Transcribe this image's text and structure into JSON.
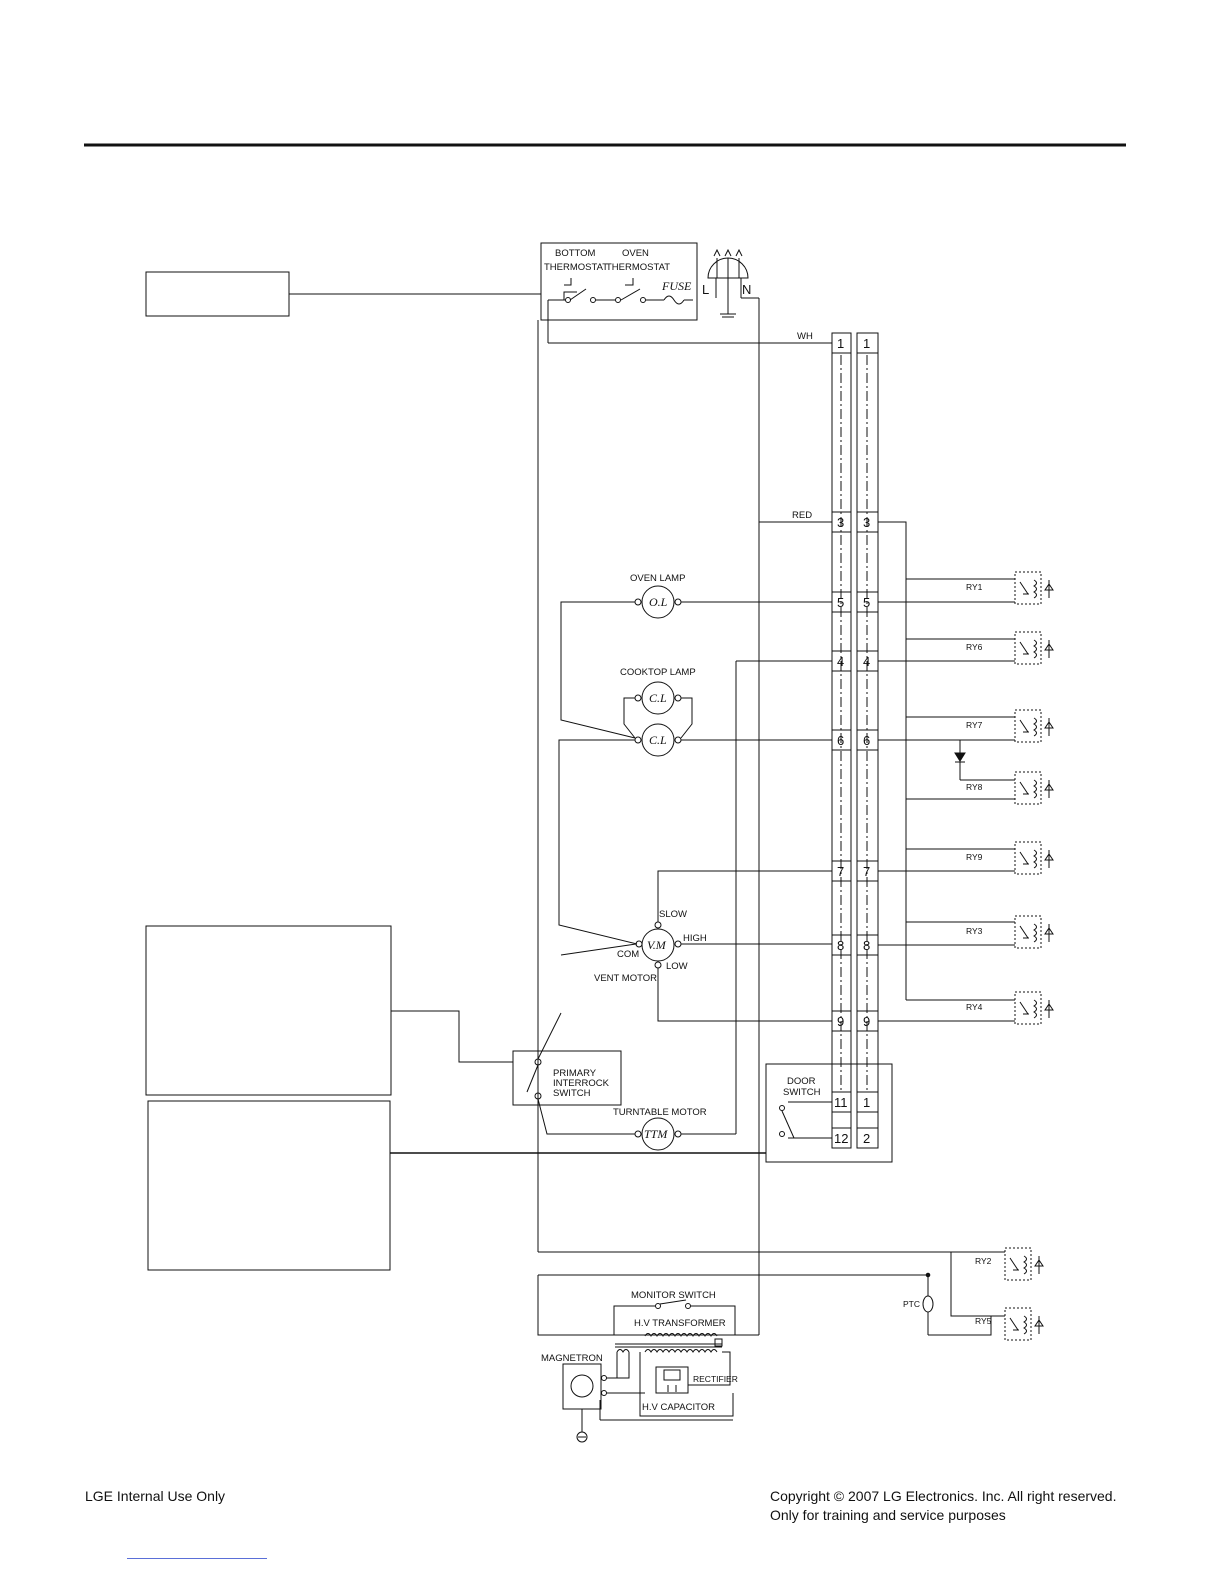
{
  "footer": {
    "left": "LGE Internal Use Only",
    "right_line1": "Copyright © 2007 LG Electronics. Inc. All right reserved.",
    "right_line2": "Only for training and service purposes"
  },
  "labels": {
    "bottom_thermostat_1": "BOTTOM",
    "bottom_thermostat_2": "THERMOSTAT",
    "oven_thermostat_1": "OVEN",
    "oven_thermostat_2": "THERMOSTAT",
    "fuse": "FUSE",
    "line_l": "L",
    "line_n": "N",
    "wh": "WH",
    "red": "RED",
    "oven_lamp": "OVEN LAMP",
    "oven_lamp_symbol": "O.L",
    "cooktop_lamp": "COOKTOP LAMP",
    "cooktop_lamp_symbol": "C.L",
    "vent_motor_symbol": "V.M",
    "slow": "SLOW",
    "high": "HIGH",
    "low": "LOW",
    "com": "COM",
    "vent_motor": "VENT MOTOR",
    "primary_1": "PRIMARY",
    "primary_2": "INTERROCK",
    "primary_3": "SWITCH",
    "turntable_motor": "TURNTABLE MOTOR",
    "ttm_symbol": "TTM",
    "door_switch_1": "DOOR",
    "door_switch_2": "SWITCH",
    "monitor_switch": "MONITOR SWITCH",
    "hv_transformer": "H.V TRANSFORMER",
    "magnetron": "MAGNETRON",
    "rectifier": "RECTIFIER",
    "hv_capacitor": "H.V CAPACITOR",
    "ptc": "PTC"
  },
  "connector": {
    "left_pins": [
      "1",
      "3",
      "5",
      "4",
      "6",
      "7",
      "8",
      "9",
      "11",
      "12"
    ],
    "right_pins": [
      "1",
      "3",
      "5",
      "4",
      "6",
      "7",
      "8",
      "9",
      "1",
      "2"
    ]
  },
  "relays": [
    "RY1",
    "RY6",
    "RY7",
    "RY8",
    "RY9",
    "RY3",
    "RY4",
    "RY2",
    "RY5"
  ]
}
